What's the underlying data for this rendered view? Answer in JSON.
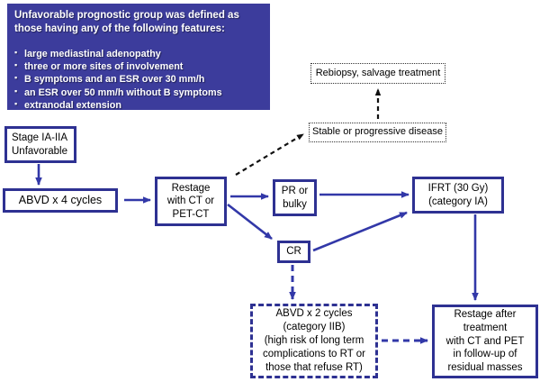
{
  "colors": {
    "header_bg": "#3c3c9c",
    "header_text": "#ffffff",
    "box_border": "#2e3192",
    "arrow_blue": "#3238a8",
    "arrow_black": "#111111",
    "box_text": "#000000",
    "page_bg": "#ffffff"
  },
  "header": {
    "title": "Unfavorable prognostic group was defined as\nthose having any of the following features:",
    "bullet_char": "▪",
    "bullets": [
      "large mediastinal adenopathy",
      "three or more sites of involvement",
      "B symptoms and an ESR over 30 mm/h",
      "an ESR over 50 mm/h without B symptoms",
      "extranodal extension"
    ]
  },
  "nodes": {
    "rebiopsy": "Rebiopsy, salvage treatment",
    "stable": "Stable or progressive disease",
    "stage": "Stage IA-IIA\nUnfavorable",
    "abvd4": "ABVD x 4 cycles",
    "restage_ct": "Restage\nwith CT or\nPET-CT",
    "pr_bulky": "PR or\nbulky",
    "cr": "CR",
    "ifrt": "IFRT (30 Gy)\n(category IA)",
    "abvd2": "ABVD x 2 cycles\n(category IIB)\n(high risk of long term\ncomplications to RT or\nthose that refuse RT)",
    "restage_after": "Restage after\ntreatment\nwith CT and PET\nin follow-up of\nresidual masses"
  }
}
